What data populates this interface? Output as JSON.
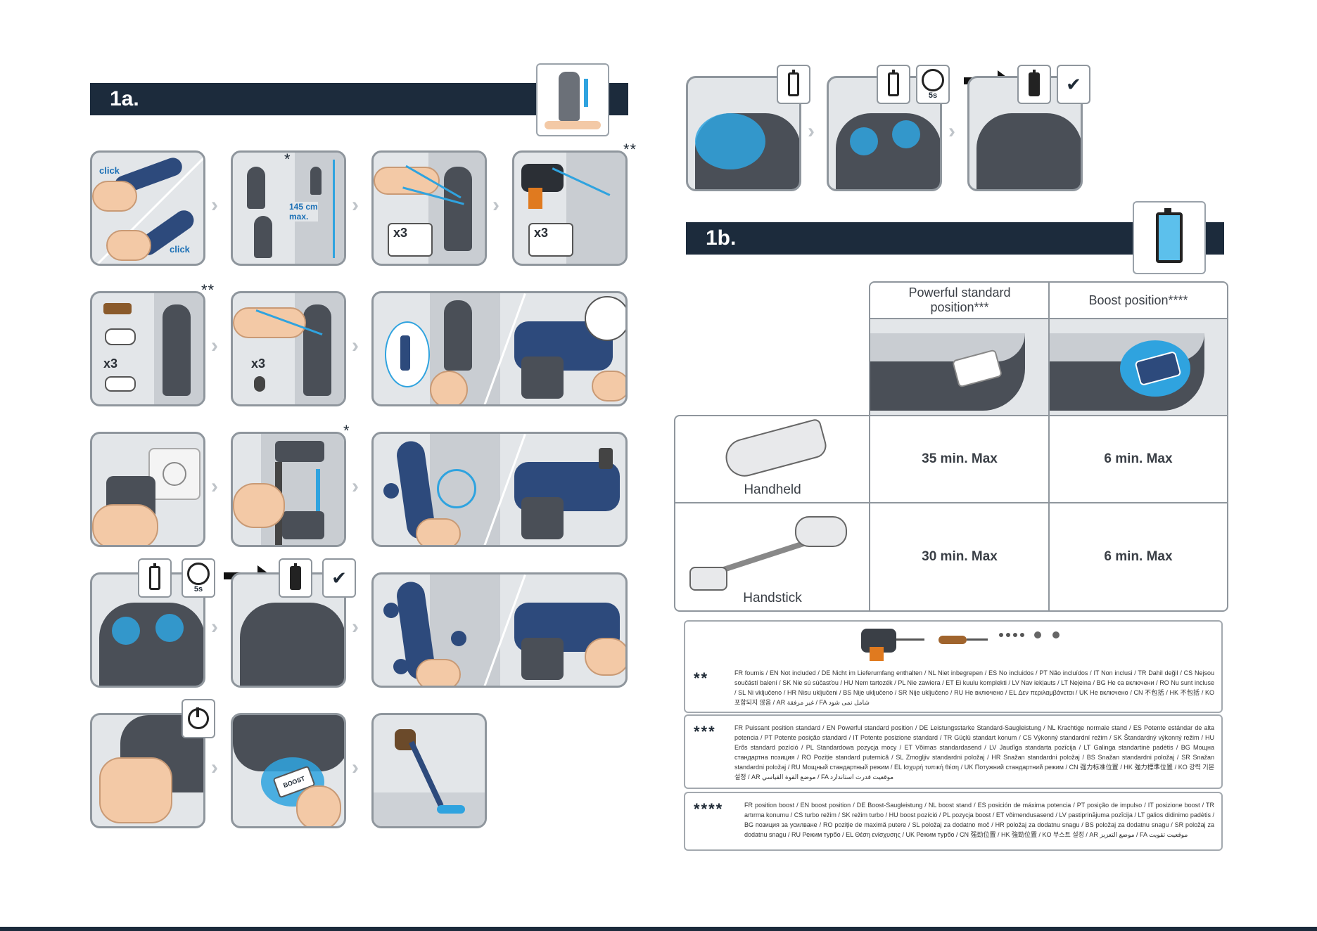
{
  "section_1a": {
    "title": "1a."
  },
  "section_1b": {
    "title": "1b."
  },
  "step_panels": {
    "click_label_top": "click",
    "click_label_bottom": "click",
    "measure_text": "145 cm\nmax.",
    "x3_label": "x3"
  },
  "asterisks": {
    "double": "**",
    "single": "*"
  },
  "timer_label": "5s",
  "table": {
    "col1_header": "Powerful standard position***",
    "col2_header": "Boost position****",
    "rows": [
      {
        "label": "Handheld",
        "standard": "35 min. Max",
        "boost": "6 min. Max"
      },
      {
        "label": "Handstick",
        "standard": "30 min. Max",
        "boost": "6 min. Max"
      }
    ]
  },
  "boost_button_text": "BOOST",
  "notes": [
    {
      "stars": "**",
      "text": "FR fournis / EN Not included / DE Nicht im Lieferumfang enthalten / NL Niet inbegrepen / ES No incluidos / PT Não incluídos / IT Non inclusi / TR Dahil değil / CS Nejsou součástí balení / SK Nie sú súčasťou / HU Nem tartozék / PL Nie zawiera / ET Ei kuulu komplekti / LV Nav iekļauts / LT Neįeina / BG Не са включени / RO Nu sunt incluse / SL Ni vključeno / HR Nisu uključeni / BS Nije uključeno / SR Nije uključeno / RU Не включено / EL Δεν περιλαμβάνεται / UK Не включено / CN 不包括 / HK 不包括 / KO 포함되지 않음 / AR غير مرفقة / FA شامل نمی شود"
    },
    {
      "stars": "***",
      "text": "FR Puissant position standard / EN Powerful standard position / DE Leistungsstarke Standard-Saugleistung / NL Krachtige normale stand / ES Potente estándar de alta potencia / PT Potente posição standard / IT Potente posizione standard / TR Güçlü standart konum / CS Výkonný standardní režim / SK Štandardný výkonný režim / HU Erős standard pozíció / PL Standardowa pozycja mocy / ET Võimas standardasend / LV Jaudīga standarta pozīcija / LT Galinga standartinė padėtis / BG Мощна стандартна позиция / RO Poziție standard puternică / SL Zmogljiv standardni položaj / HR Snažan standardni položaj / BS Snažan standardni položaj / SR Snažan standardni položaj / RU Мощный стандартный режим / EL Ισχυρή τυπική θέση / UK Потужний стандартний режим / CN 强力标准位置 / HK 強力標準位置 / KO 강력 기본 설정 / AR موضع القوة القياسي / FA موقعیت قدرت استاندارد"
    },
    {
      "stars": "****",
      "text": "FR position boost / EN boost position / DE Boost-Saugleistung / NL boost stand / ES posición de máxima potencia / PT posição de impulso / IT posizione boost / TR artırma konumu / CS turbo režim / SK režim turbo / HU boost pozíció / PL pozycja boost / ET võimendusasend / LV pastiprinājuma pozīcija / LT galios didinimo padėtis / BG позиция за усилване / RO poziție de maximă putere / SL položaj za dodatno moč / HR položaj za dodatnu snagu / BS položaj za dodatnu snagu / SR položaj za dodatnu snagu / RU Режим турбо / EL Θέση ενίσχυσης / UK Режим турбо / CN 强劲位置 / HK 強勁位置 / KO 부스트 설정 / AR موضع التعزيز / FA موقعیت تقویت"
    }
  ],
  "colors": {
    "navy_bar": "#1c2b3c",
    "accent_blue": "#2fa3df",
    "device_gray": "#4a4f57",
    "device_navy": "#2d4a7c"
  }
}
